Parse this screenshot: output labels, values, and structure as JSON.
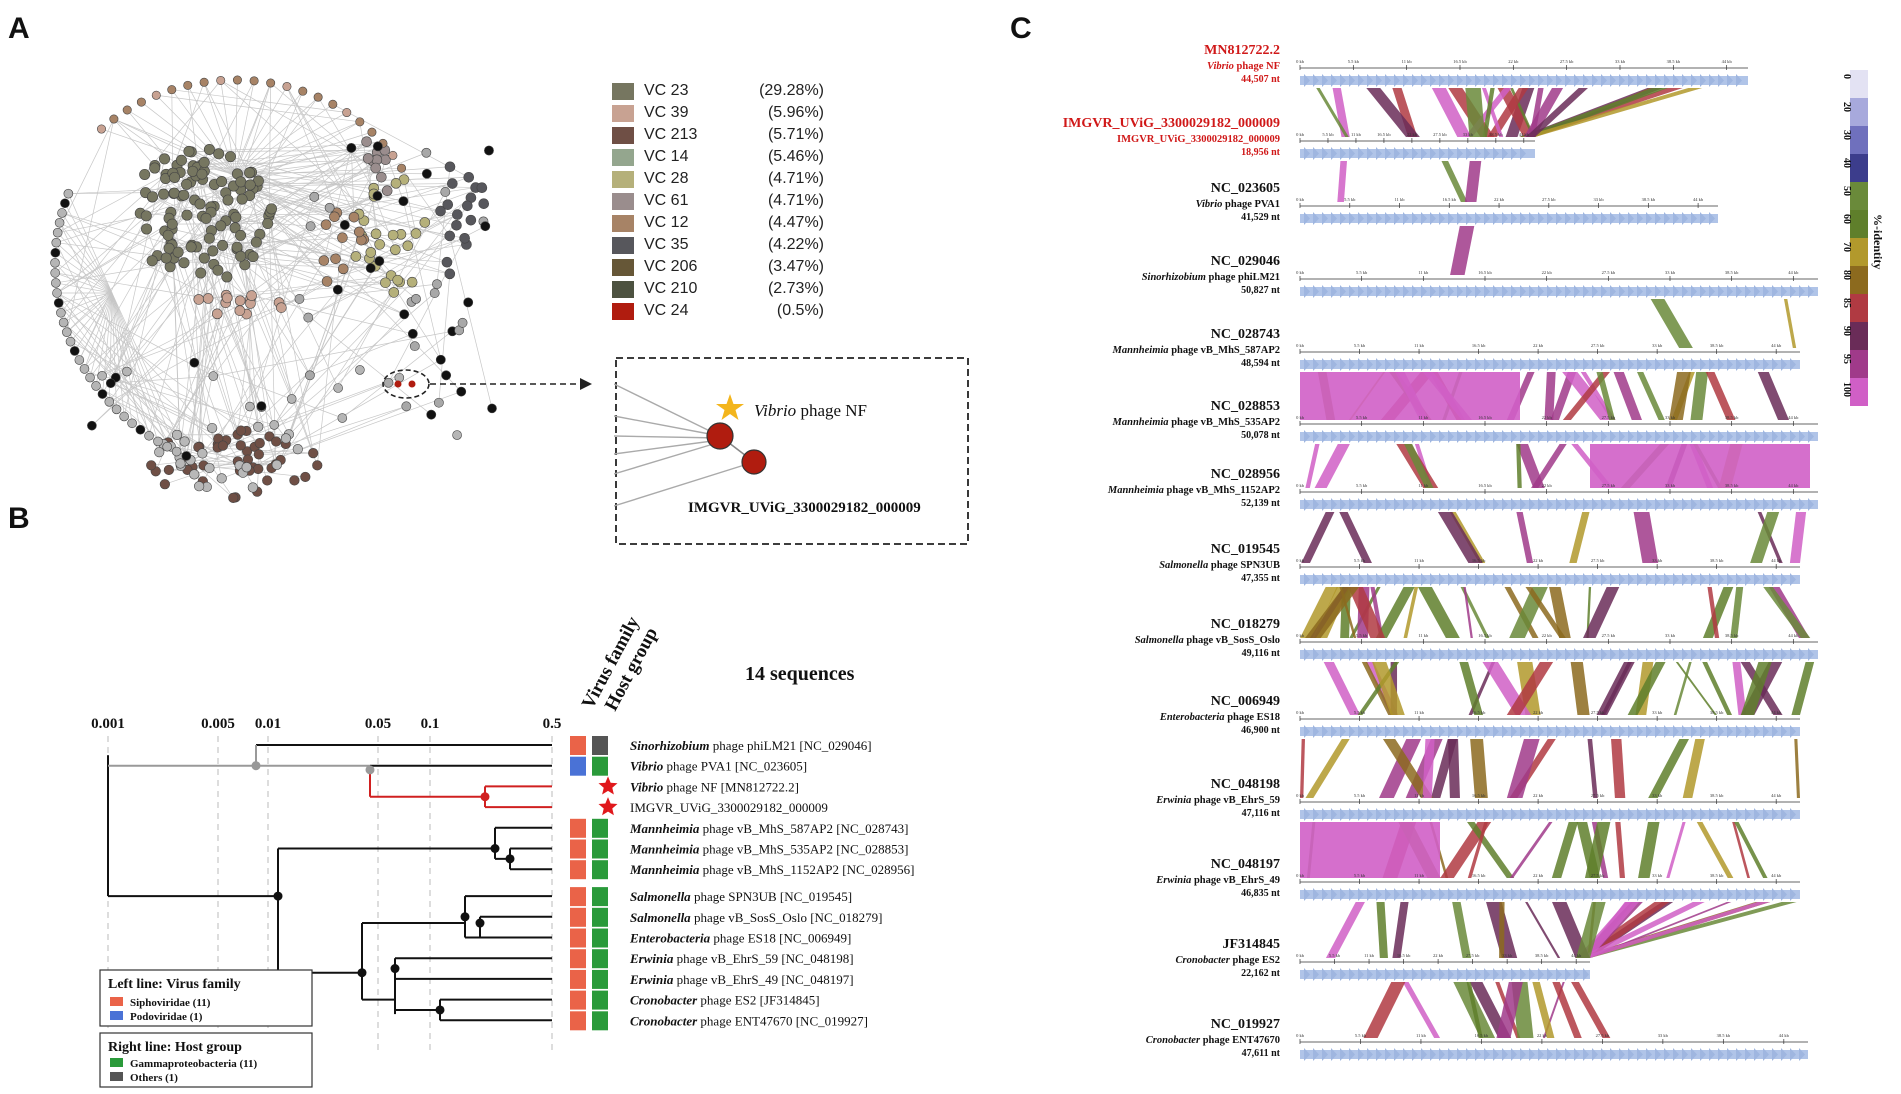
{
  "panels": {
    "a": "A",
    "b": "B",
    "c": "C"
  },
  "panel_a": {
    "legend": [
      {
        "name": "VC 23",
        "pct": "(29.28%)",
        "color": "#767660"
      },
      {
        "name": "VC 39",
        "pct": "(5.96%)",
        "color": "#c8a292"
      },
      {
        "name": "VC 213",
        "pct": "(5.71%)",
        "color": "#6f4f45"
      },
      {
        "name": "VC 14",
        "pct": "(5.46%)",
        "color": "#94a68e"
      },
      {
        "name": "VC 28",
        "pct": "(4.71%)",
        "color": "#b5b07a"
      },
      {
        "name": "VC 61",
        "pct": "(4.71%)",
        "color": "#9a8d8d"
      },
      {
        "name": "VC 12",
        "pct": "(4.47%)",
        "color": "#a78366"
      },
      {
        "name": "VC 35",
        "pct": "(4.22%)",
        "color": "#57575c"
      },
      {
        "name": "VC 206",
        "pct": "(3.47%)",
        "color": "#665737"
      },
      {
        "name": "VC 210",
        "pct": "(2.73%)",
        "color": "#4d5240"
      },
      {
        "name": "VC 24",
        "pct": "(0.5%)",
        "color": "#b01c0f"
      }
    ],
    "inset": {
      "node1_italic": "Vibrio",
      "node1_rest": " phage NF",
      "node2": "IMGVR_UViG_3300029182_000009",
      "star_color": "#f3b51c",
      "node_color": "#b01c0f"
    }
  },
  "panel_b": {
    "title": "14 sequences",
    "col_headers": [
      "Virus family",
      "Host group"
    ],
    "scale_ticks": [
      "0.001",
      "0.005",
      "0.01",
      "0.05",
      "0.1",
      "0.5"
    ],
    "taxa": [
      {
        "italic": "Sinorhizobium",
        "rest": " phage phiLM21 [NC_029046]",
        "family": "Siphoviridae",
        "host": "Others",
        "star": false
      },
      {
        "italic": "Vibrio",
        "rest": " phage PVA1 [NC_023605]",
        "family": "Podoviridae",
        "host": "Gammaproteobacteria",
        "star": false
      },
      {
        "italic": "Vibrio",
        "rest": " phage NF [MN812722.2]",
        "family": "",
        "host": "",
        "star": true
      },
      {
        "italic": "",
        "rest": "IMGVR_UViG_3300029182_000009",
        "family": "",
        "host": "",
        "star": true
      },
      {
        "italic": "Mannheimia",
        "rest": " phage vB_MhS_587AP2 [NC_028743]",
        "family": "Siphoviridae",
        "host": "Gammaproteobacteria",
        "star": false
      },
      {
        "italic": "Mannheimia",
        "rest": " phage vB_MhS_535AP2 [NC_028853]",
        "family": "Siphoviridae",
        "host": "Gammaproteobacteria",
        "star": false
      },
      {
        "italic": "Mannheimia",
        "rest": " phage vB_MhS_1152AP2 [NC_028956]",
        "family": "Siphoviridae",
        "host": "Gammaproteobacteria",
        "star": false
      },
      {
        "italic": "Salmonella",
        "rest": " phage SPN3UB [NC_019545]",
        "family": "Siphoviridae",
        "host": "Gammaproteobacteria",
        "star": false
      },
      {
        "italic": "Salmonella",
        "rest": " phage vB_SosS_Oslo [NC_018279]",
        "family": "Siphoviridae",
        "host": "Gammaproteobacteria",
        "star": false
      },
      {
        "italic": "Enterobacteria",
        "rest": " phage ES18 [NC_006949]",
        "family": "Siphoviridae",
        "host": "Gammaproteobacteria",
        "star": false
      },
      {
        "italic": "Erwinia",
        "rest": " phage vB_EhrS_59 [NC_048198]",
        "family": "Siphoviridae",
        "host": "Gammaproteobacteria",
        "star": false
      },
      {
        "italic": "Erwinia",
        "rest": " phage vB_EhrS_49 [NC_048197]",
        "family": "Siphoviridae",
        "host": "Gammaproteobacteria",
        "star": false
      },
      {
        "italic": "Cronobacter",
        "rest": " phage ES2 [JF314845]",
        "family": "Siphoviridae",
        "host": "Gammaproteobacteria",
        "star": false
      },
      {
        "italic": "Cronobacter",
        "rest": " phage ENT47670 [NC_019927]",
        "family": "Siphoviridae",
        "host": "Gammaproteobacteria",
        "star": false
      }
    ],
    "legend_left": {
      "title": "Left line: Virus family",
      "items": [
        {
          "label": "Siphoviridae (11)",
          "color": "#ea6348"
        },
        {
          "label": "Podoviridae (1)",
          "color": "#4a72d6"
        }
      ]
    },
    "legend_right": {
      "title": "Right line: Host group",
      "items": [
        {
          "label": "Gammaproteobacteria (11)",
          "color": "#2a9a3a"
        },
        {
          "label": "Others (1)",
          "color": "#555555"
        }
      ]
    }
  },
  "panel_c": {
    "genomes": [
      {
        "acc": "MN812722.2",
        "italic": "Vibrio",
        "rest": " phage NF",
        "len": "44,507 nt",
        "red": true
      },
      {
        "acc": "IMGVR_UViG_3300029182_000009",
        "italic": "",
        "rest": "IMGVR_UViG_3300029182_000009",
        "len": "18,956 nt",
        "red": true
      },
      {
        "acc": "NC_023605",
        "italic": "Vibrio",
        "rest": " phage PVA1",
        "len": "41,529 nt",
        "red": false
      },
      {
        "acc": "NC_029046",
        "italic": "Sinorhizobium",
        "rest": " phage phiLM21",
        "len": "50,827 nt",
        "red": false
      },
      {
        "acc": "NC_028743",
        "italic": "Mannheimia",
        "rest": " phage vB_MhS_587AP2",
        "len": "48,594 nt",
        "red": false
      },
      {
        "acc": "NC_028853",
        "italic": "Mannheimia",
        "rest": " phage vB_MhS_535AP2",
        "len": "50,078 nt",
        "red": false
      },
      {
        "acc": "NC_028956",
        "italic": "Mannheimia",
        "rest": " phage vB_MhS_1152AP2",
        "len": "52,139 nt",
        "red": false
      },
      {
        "acc": "NC_019545",
        "italic": "Salmonella",
        "rest": " phage SPN3UB",
        "len": "47,355 nt",
        "red": false
      },
      {
        "acc": "NC_018279",
        "italic": "Salmonella",
        "rest": " phage vB_SosS_Oslo",
        "len": "49,116 nt",
        "red": false
      },
      {
        "acc": "NC_006949",
        "italic": "Enterobacteria",
        "rest": " phage ES18",
        "len": "46,900 nt",
        "red": false
      },
      {
        "acc": "NC_048198",
        "italic": "Erwinia",
        "rest": " phage vB_EhrS_59",
        "len": "47,116 nt",
        "red": false
      },
      {
        "acc": "NC_048197",
        "italic": "Erwinia",
        "rest": " phage vB_EhrS_49",
        "len": "46,835 nt",
        "red": false
      },
      {
        "acc": "JF314845",
        "italic": "Cronobacter",
        "rest": " phage ES2",
        "len": "22,162 nt",
        "red": false
      },
      {
        "acc": "NC_019927",
        "italic": "Cronobacter",
        "rest": " phage ENT47670",
        "len": "47,611 nt",
        "red": false
      }
    ],
    "ruler_ticks": [
      "0 kb",
      "5.5 kb",
      "11 kb",
      "16.5 kb",
      "22 kb",
      "27.5 kb",
      "33 kb",
      "38.5 kb",
      "44 kb"
    ],
    "identity_title": "%-identity",
    "identity_scale": [
      {
        "label": "0",
        "color": "#e3e2f3"
      },
      {
        "label": "20",
        "color": "#a7a9dc"
      },
      {
        "label": "30",
        "color": "#6f70bd"
      },
      {
        "label": "40",
        "color": "#3c3d8c"
      },
      {
        "label": "50",
        "color": "#6a8a3a"
      },
      {
        "label": "60",
        "color": "#5f7f2b"
      },
      {
        "label": "70",
        "color": "#b2992c"
      },
      {
        "label": "80",
        "color": "#8c6a1e"
      },
      {
        "label": "85",
        "color": "#b03a42"
      },
      {
        "label": "90",
        "color": "#6a2c58"
      },
      {
        "label": "95",
        "color": "#a03a8a"
      },
      {
        "label": "100",
        "color": "#d05fc6"
      }
    ]
  }
}
